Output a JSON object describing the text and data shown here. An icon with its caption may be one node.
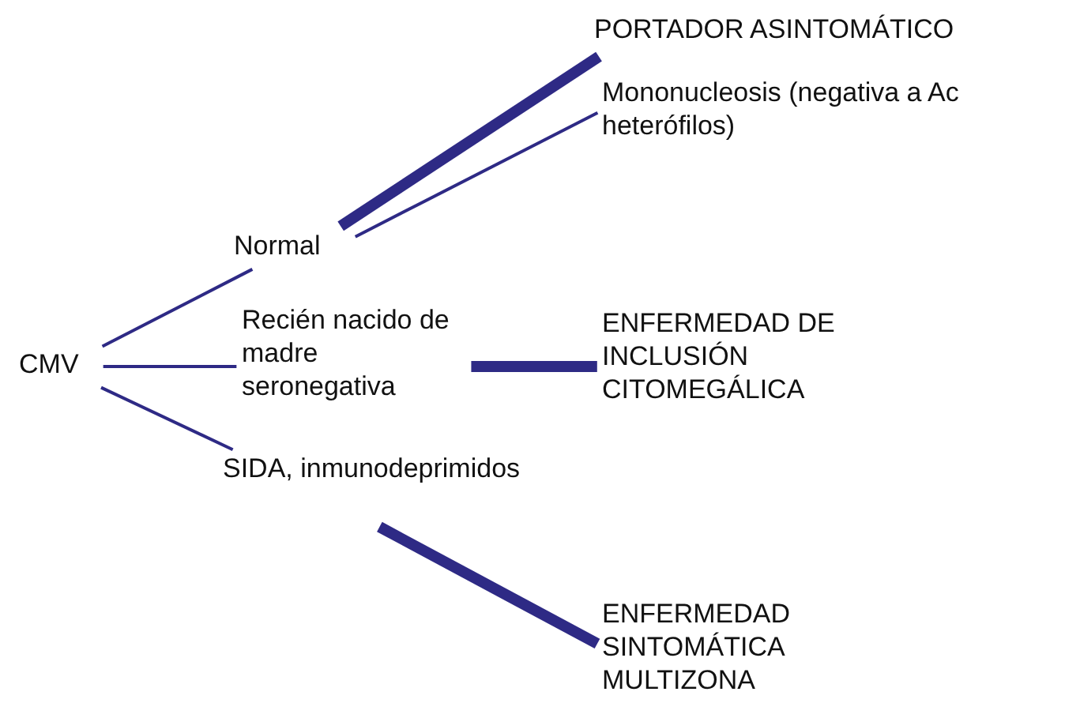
{
  "diagram": {
    "nodes": [
      {
        "text": [
          "CMV"
        ]
      },
      {
        "text": [
          "Normal"
        ]
      },
      {
        "text": [
          "Recién nacido de madre seronegativa"
        ]
      },
      {
        "text": [
          "SIDA, inmunodeprimidos"
        ]
      },
      {
        "text": [
          "PORTADOR ASINTOMÁTICO"
        ]
      },
      {
        "text": [
          "Mononucleosis (negativa a Ac heterófilos)"
        ]
      },
      {
        "text": [
          "ENFERMEDAD DE INCLUSIÓN CITOMEGÁLICA"
        ]
      },
      {
        "text": [
          "ENFERMEDAD SINTOMÁTICA MULTIZONA"
        ]
      }
    ],
    "edges": [
      {
        "from": 0,
        "to": 1,
        "arrow": "none"
      },
      {
        "from": 0,
        "to": 2,
        "arrow": "none"
      },
      {
        "from": 0,
        "to": 3,
        "arrow": "none"
      },
      {
        "from": 1,
        "to": 4,
        "arrow": "none",
        "style": "thick"
      },
      {
        "from": 1,
        "to": 5,
        "arrow": "none"
      },
      {
        "from": 2,
        "to": 6,
        "arrow": "none",
        "style": "thick"
      },
      {
        "from": 3,
        "to": 7,
        "arrow": "none",
        "style": "thick"
      }
    ]
  }
}
